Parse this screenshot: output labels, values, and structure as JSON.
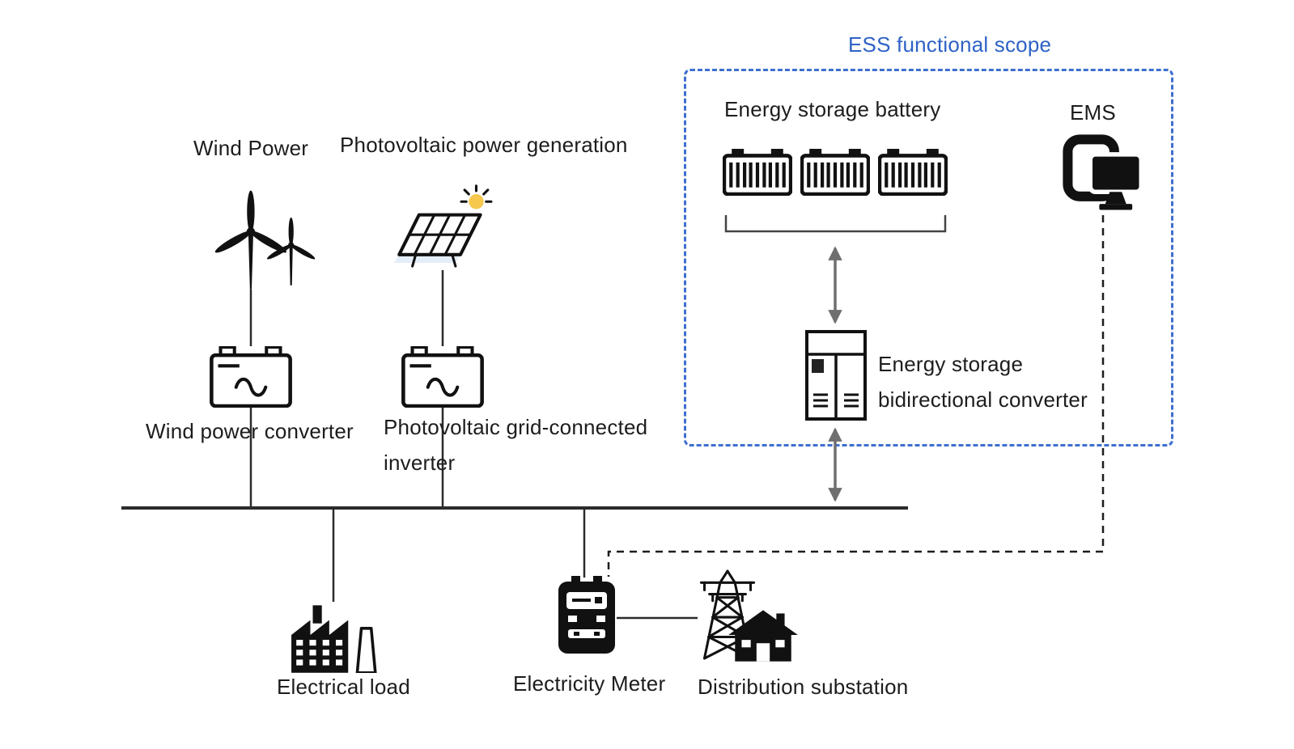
{
  "ess": {
    "title": "ESS functional scope",
    "battery_label": "Energy storage battery",
    "ems_label": "EMS",
    "converter_label_lines": [
      "Energy storage",
      "bidirectional converter"
    ]
  },
  "sources": {
    "wind_label": "Wind Power",
    "pv_label": "Photovoltaic power generation",
    "wind_converter_label": "Wind power converter",
    "pv_inverter_label_lines": [
      "Photovoltaic grid-connected",
      "inverter"
    ]
  },
  "grid": {
    "load_label": "Electrical load",
    "meter_label": "Electricity Meter",
    "substation_label": "Distribution substation"
  },
  "colors": {
    "accent_blue": "#2e62c6",
    "ess_border_blue": "#3e6fd0",
    "line_dark": "#2b2b2b",
    "arrow_gray": "#6f6f6f",
    "icon_black": "#111111",
    "sun_yellow": "#f6c84e"
  },
  "icons": {
    "wind-turbine-icon": "wind turbine with small secondary turbine",
    "solar-panel-icon": "tilted solar panel with sun",
    "converter-icon": "box with battery terminals and sine wave",
    "battery-icon": "battery cell with vertical stripes",
    "ems-icon": "computer monitor over rounded frame",
    "bidirectional-converter-icon": "power cabinet with two doors and vents",
    "factory-icon": "factory with sawtooth roof and chimney tower",
    "meter-icon": "electricity meter with display",
    "tower-icon": "transmission lattice tower",
    "house-icon": "substation house"
  }
}
